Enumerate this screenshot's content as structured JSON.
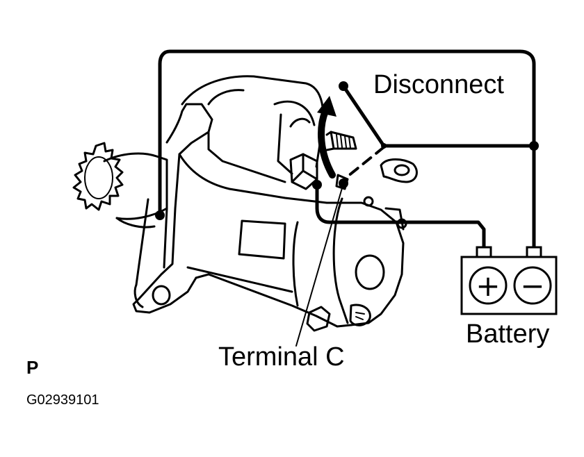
{
  "labels": {
    "disconnect": "Disconnect",
    "terminal": "Terminal C",
    "battery": "Battery",
    "plus": "+",
    "minus": "−",
    "section": "P",
    "figure_code": "G02939101"
  },
  "colors": {
    "line": "#000000",
    "background": "#ffffff"
  }
}
